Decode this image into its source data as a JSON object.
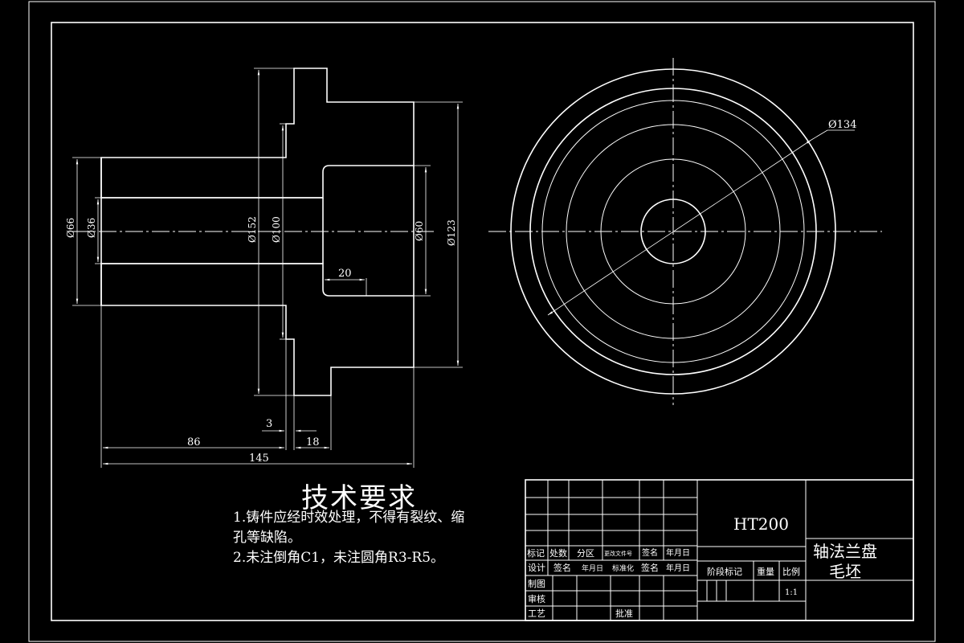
{
  "dimensions": {
    "d66": "Ø66",
    "d36": "Ø36",
    "d152": "Ø152",
    "d100": "Ø100",
    "d60": "Ø60",
    "d123": "Ø123",
    "d134": "Ø134",
    "len20": "20",
    "len3": "3",
    "len86": "86",
    "len18": "18",
    "len145": "145"
  },
  "technical_requirements": {
    "title": "技术要求",
    "line1": "1.铸件应经时效处理，不得有裂纹、缩",
    "line2": "孔等缺陷。",
    "line3": "2.未注倒角C1，未注圆角R3-R5。"
  },
  "title_block": {
    "material": "HT200",
    "part_name_line1": "轴法兰盘",
    "part_name_line2": "毛坯",
    "scale": "1:1",
    "labels": {
      "mark": "标记",
      "count": "处数",
      "zone": "分区",
      "change_doc": "更改文件号",
      "sign": "签名",
      "date": "年月日",
      "design": "设计",
      "sign2": "签名",
      "date2": "年月日",
      "standard": "标准化",
      "sign3": "签名",
      "date3": "年月日",
      "stage_mark": "阶段标记",
      "weight": "重量",
      "ratio": "比例",
      "draw": "制图",
      "review": "审核",
      "process": "工艺",
      "approve": "批准"
    }
  }
}
